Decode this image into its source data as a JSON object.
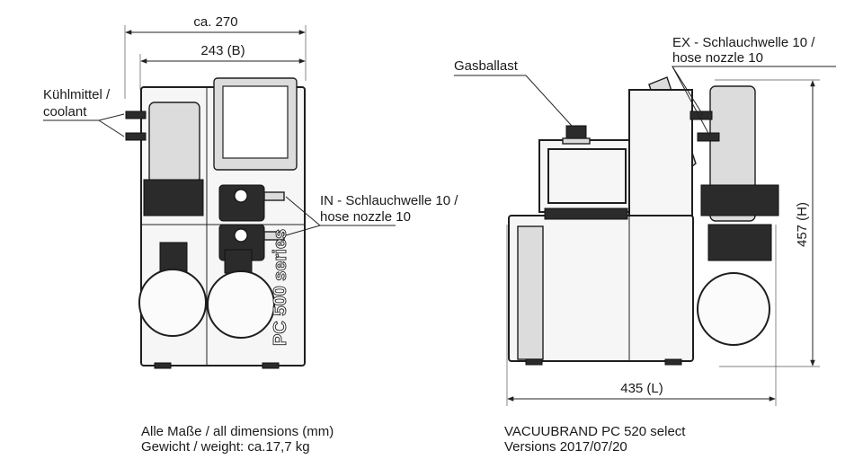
{
  "labels": {
    "coolant_de": "Kühlmittel /",
    "coolant_en": "coolant",
    "in_de": "IN - Schlauchwelle 10 /",
    "in_en": "hose nozzle 10",
    "ex_de": "EX - Schlauchwelle 10 /",
    "ex_en": "hose nozzle 10",
    "gasballast": "Gasballast",
    "series_mark": "PC 500 series"
  },
  "dimensions": {
    "overall_width": "ca. 270",
    "width_b": "243 (B)",
    "length_l": "435 (L)",
    "height_h": "457 (H)"
  },
  "footer": {
    "left_line1": "Alle Maße / all dimensions (mm)",
    "left_line2": "Gewicht / weight:  ca.17,7 kg",
    "right_line1": "VACUUBRAND PC 520 select",
    "right_line2": "Versions 2017/07/20"
  }
}
